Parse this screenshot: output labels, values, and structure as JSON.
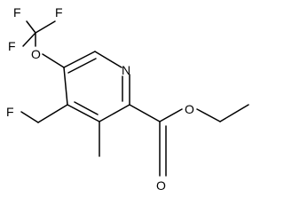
{
  "molecule": {
    "atoms": {
      "f_top_left": "F",
      "f_top_right": "F",
      "f_middle": "F",
      "o_ether": "O",
      "n_ring": "N",
      "f_fluoromethyl": "F",
      "o_carbonyl": "O",
      "o_ester": "O"
    }
  }
}
